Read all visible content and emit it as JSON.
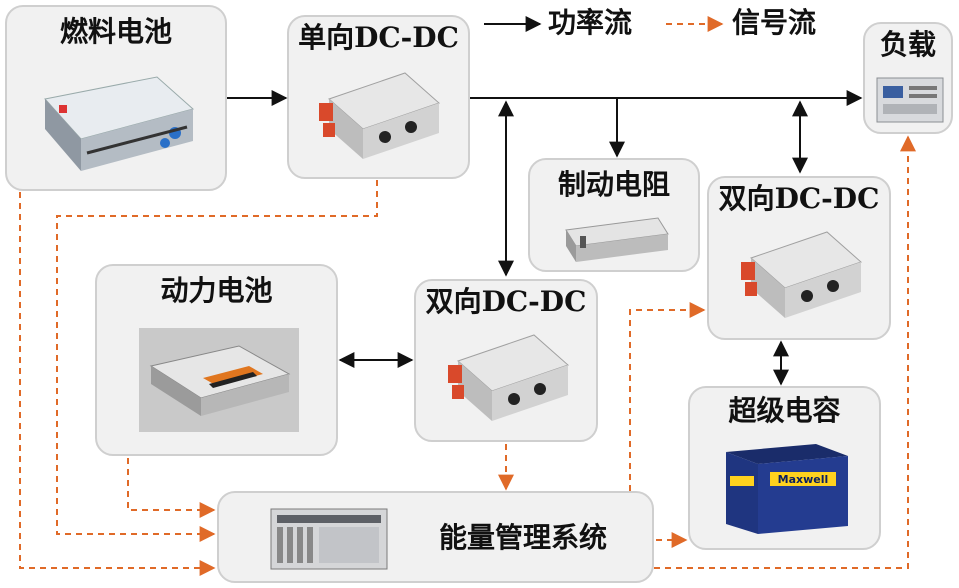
{
  "colors": {
    "power_flow": "#111111",
    "signal_flow": "#e06a28",
    "node_fill": "#f1f1f1",
    "node_border": "#cfcfcf"
  },
  "legend": {
    "power_label": "功率流",
    "signal_label": "信号流"
  },
  "nodes": {
    "fuel_cell": "燃料电池",
    "unidirectional_dcdc": "单向DC-DC",
    "load": "负载",
    "brake_resistor": "制动电阻",
    "bidirectional_dcdc_upper": "双向DC-DC",
    "power_battery": "动力电池",
    "bidirectional_dcdc_middle": "双向DC-DC",
    "supercapacitor": "超级电容",
    "energy_management_system": "能量管理系统"
  },
  "supercap_brand": "Maxwell"
}
